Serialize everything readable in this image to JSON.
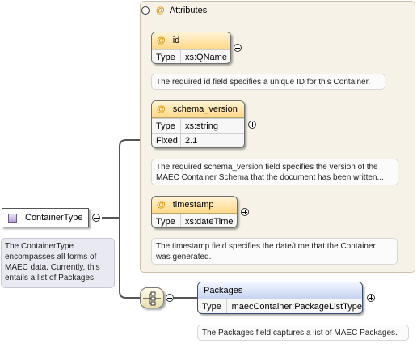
{
  "attributes_group": {
    "label": "Attributes"
  },
  "attributes": [
    {
      "name": "id",
      "type_label": "Type",
      "type_value": "xs:QName",
      "doc": "The required id field specifies a unique ID for this Container."
    },
    {
      "name": "schema_version",
      "type_label": "Type",
      "type_value": "xs:string",
      "fixed_label": "Fixed",
      "fixed_value": "2.1",
      "doc_line1": "The required schema_version field specifies the version of the",
      "doc_line2": "MAEC Container Schema that the document has been written..."
    },
    {
      "name": "timestamp",
      "type_label": "Type",
      "type_value": "xs:dateTime",
      "doc_line1": "The timestamp field specifies the date/time that the Container",
      "doc_line2": "was generated."
    }
  ],
  "attr_symbol": "@",
  "container_type": {
    "label": "ContainerType",
    "doc_lines": [
      "The ContainerType",
      "encompasses all forms of",
      "MAEC data. Currently, this",
      "entails a list of Packages."
    ]
  },
  "packages": {
    "name": "Packages",
    "type_label": "Type",
    "type_value": "maecContainer:PackageListType",
    "doc": "The Packages field captures a list of MAEC Packages."
  },
  "colors": {
    "attr_accent": "#d78c00",
    "element_header": "#c5d4f1",
    "complex_type_icon": "#b7a3d3"
  }
}
